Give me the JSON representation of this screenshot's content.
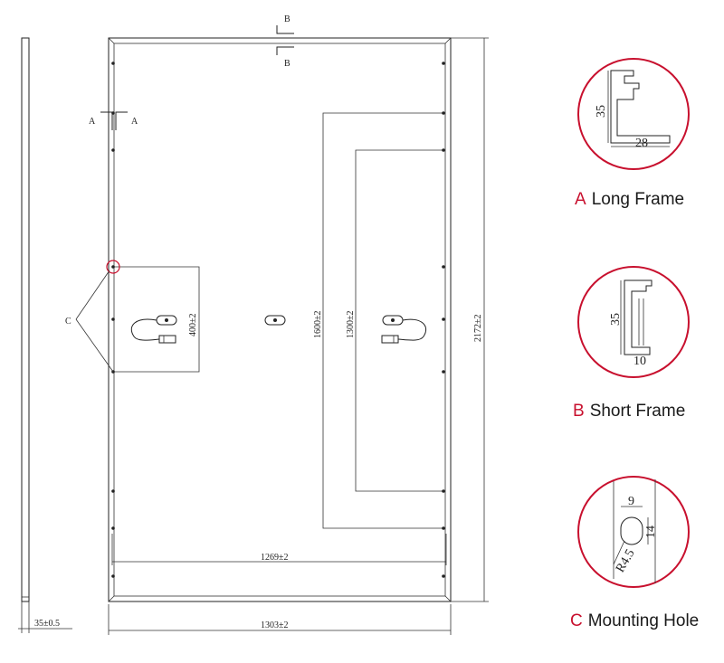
{
  "panel": {
    "section_a_label": "A",
    "section_b_label": "B",
    "mount_label": "C",
    "dim_total_length": "2172±2",
    "dim_mount_1600": "1600±2",
    "dim_mount_1300": "1300±2",
    "dim_mount_400": "400±2",
    "dim_width_1303": "1303±2",
    "dim_inner_1269": "1269±2",
    "dim_frame_depth": "35±0.5"
  },
  "details": [
    {
      "letter": "A",
      "title": "Long Frame",
      "dims": [
        "35",
        "28"
      ]
    },
    {
      "letter": "B",
      "title": "Short Frame",
      "dims": [
        "35",
        "10"
      ]
    },
    {
      "letter": "C",
      "title": "Mounting Hole",
      "dims": [
        "9",
        "14",
        "R4.5"
      ]
    }
  ],
  "colors": {
    "accent": "#c8102e",
    "line": "#222222"
  }
}
